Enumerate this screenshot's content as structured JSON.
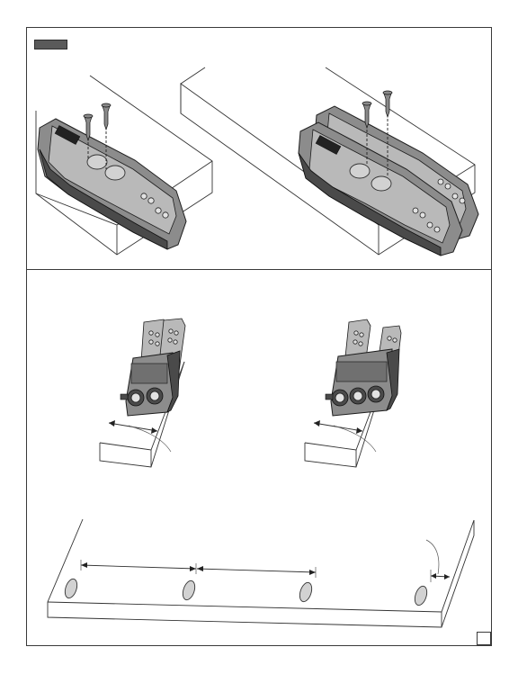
{
  "document": {
    "step_tag": "",
    "page_number": "",
    "sections": [
      {
        "name": "attach-jigs-with-screws",
        "illustrations": [
          "single-jig-on-board",
          "double-jig-on-board"
        ]
      },
      {
        "name": "jig-spacing-on-board-edge",
        "illustrations": [
          "two-jig-assembly",
          "three-jig-assembly",
          "pocket-hole-spacing-board"
        ]
      }
    ],
    "colors": {
      "line": "#333333",
      "jig_body": "#8c8c8c",
      "jig_dark": "#4a4a4a",
      "tag": "#5a5a5a"
    }
  }
}
